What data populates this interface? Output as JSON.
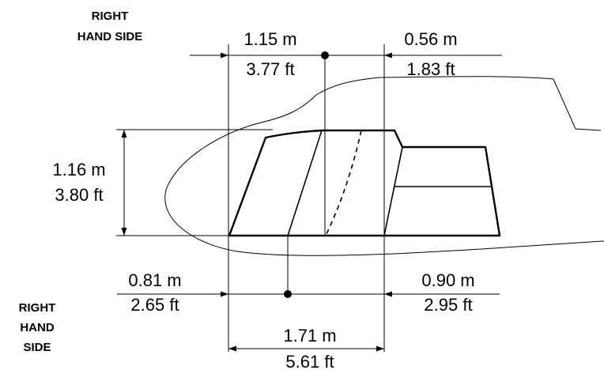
{
  "labels": {
    "side_top_line1": "RIGHT",
    "side_top_line2": "HAND SIDE",
    "side_bottom_line1": "RIGHT",
    "side_bottom_line2": "HAND",
    "side_bottom_line3": "SIDE"
  },
  "dimensions": {
    "top_left_m": "1.15 m",
    "top_left_ft": "3.77 ft",
    "top_right_m": "0.56 m",
    "top_right_ft": "1.83 ft",
    "height_m": "1.16 m",
    "height_ft": "3.80 ft",
    "bottom_left_m": "0.81 m",
    "bottom_left_ft": "2.65 ft",
    "bottom_right_m": "0.90 m",
    "bottom_right_ft": "2.95 ft",
    "bottom_total_m": "1.71 m",
    "bottom_total_ft": "5.61 ft"
  }
}
